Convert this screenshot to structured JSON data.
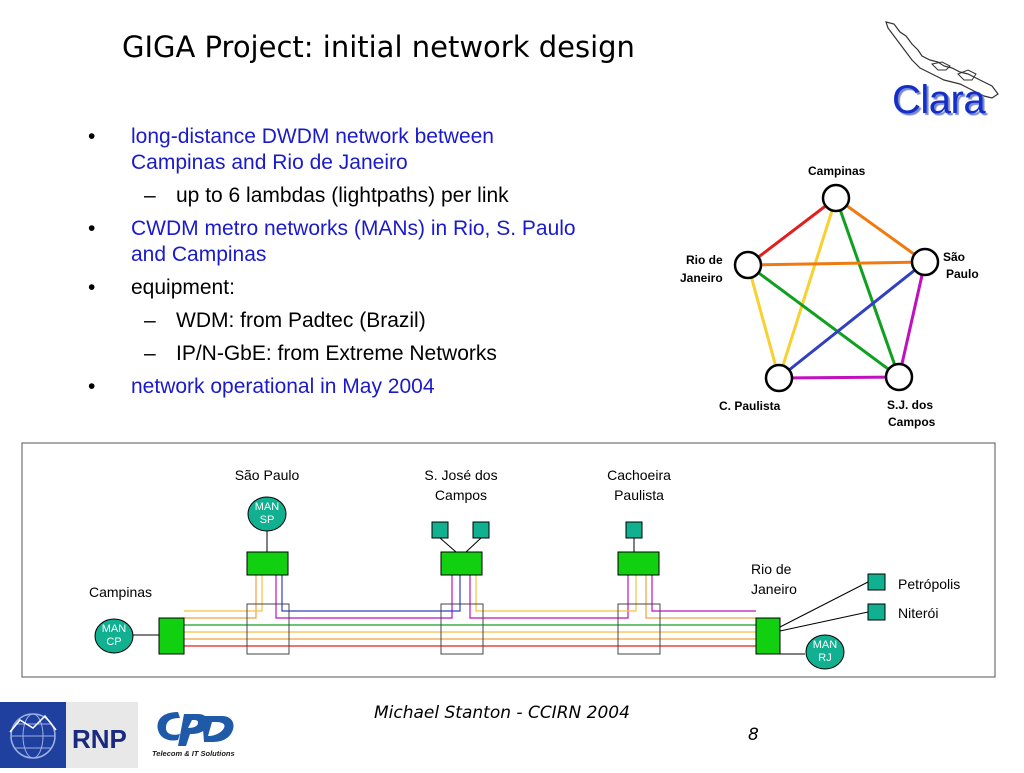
{
  "title": "GIGA Project: initial network design",
  "logos": {
    "clara": "Clara",
    "rnp": "RNP",
    "cpqd_tagline": "Telecom & IT Solutions"
  },
  "bullets": [
    {
      "level": 1,
      "color": "blue",
      "lines": [
        "long-distance DWDM network between",
        "Campinas and Rio de Janeiro"
      ]
    },
    {
      "level": 2,
      "color": "black",
      "lines": [
        "up to 6 lambdas (lightpaths) per link"
      ]
    },
    {
      "level": 1,
      "color": "blue",
      "lines": [
        "CWDM metro networks (MANs) in Rio, S. Paulo",
        "and Campinas"
      ]
    },
    {
      "level": 1,
      "color": "black",
      "lines": [
        "equipment:"
      ]
    },
    {
      "level": 2,
      "color": "black",
      "lines": [
        "WDM: from Padtec (Brazil)"
      ]
    },
    {
      "level": 2,
      "color": "black",
      "lines": [
        "IP/N-GbE: from Extreme Networks"
      ]
    },
    {
      "level": 1,
      "color": "blue",
      "lines": [
        "network operational in May 2004"
      ]
    }
  ],
  "bullet_glyphs": {
    "level1": "•",
    "level2": "–"
  },
  "mesh": {
    "nodes": {
      "campinas": "Campinas",
      "rio_line1": "Rio de",
      "rio_line2": "Janeiro",
      "sp_line1": "São",
      "sp_line2": "Paulo",
      "cpaulista": "C. Paulista",
      "sjc_line1": "S.J. dos",
      "sjc_line2": "Campos"
    },
    "link_colors": {
      "red": "#e02020",
      "orange": "#f07a10",
      "yellow": "#f8d030",
      "green": "#10a020",
      "blue": "#3040c0",
      "magenta": "#c010c0"
    }
  },
  "linear": {
    "sites": {
      "sao_paulo": "São Paulo",
      "sjc_line1": "S. José dos",
      "sjc_line2": "Campos",
      "cachoeira_line1": "Cachoeira",
      "cachoeira_line2": "Paulista",
      "campinas": "Campinas",
      "rio_line1": "Rio de",
      "rio_line2": "Janeiro",
      "petropolis": "Petrópolis",
      "niteroi": "Niterói"
    },
    "mans": {
      "sp_line1": "MAN",
      "sp_line2": "SP",
      "cp_line1": "MAN",
      "cp_line2": "CP",
      "rj_line1": "MAN",
      "rj_line2": "RJ"
    },
    "colors": {
      "equipment": "#10d010",
      "man": "#10b090",
      "petropolis_node": "#10b090"
    }
  },
  "footer": {
    "caption": "Michael Stanton - CCIRN 2004",
    "page": "8"
  }
}
